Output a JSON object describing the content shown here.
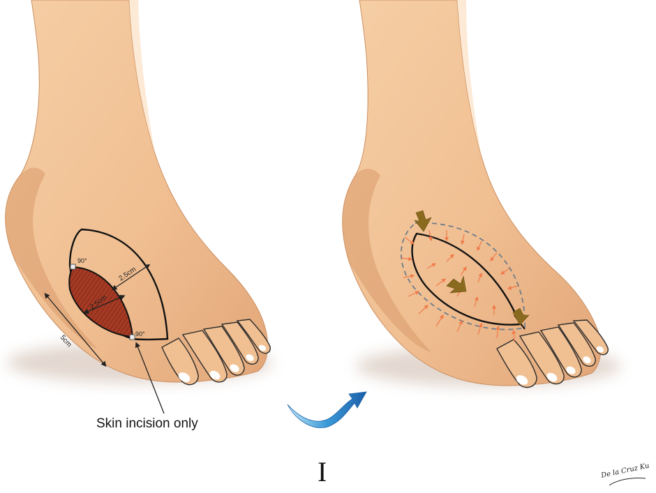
{
  "left_panel": {
    "angle_top": "90°",
    "angle_bottom": "90°",
    "dim_inner": "2.5cm",
    "dim_outer": "2.5cm",
    "dim_length": "5cm",
    "caption": "Skin incision only"
  },
  "center": {
    "panel_label": "I"
  },
  "signature": {
    "text": "De la Cruz Ku"
  },
  "colors": {
    "skin": "#f2c49a",
    "skin_shadow": "#d99a6c",
    "incision_fill": "#a63a24",
    "tension_arrow": "#f07a4a",
    "closure_arrow": "#8a6a1e",
    "transition_arrow": "#2d8fd0"
  }
}
